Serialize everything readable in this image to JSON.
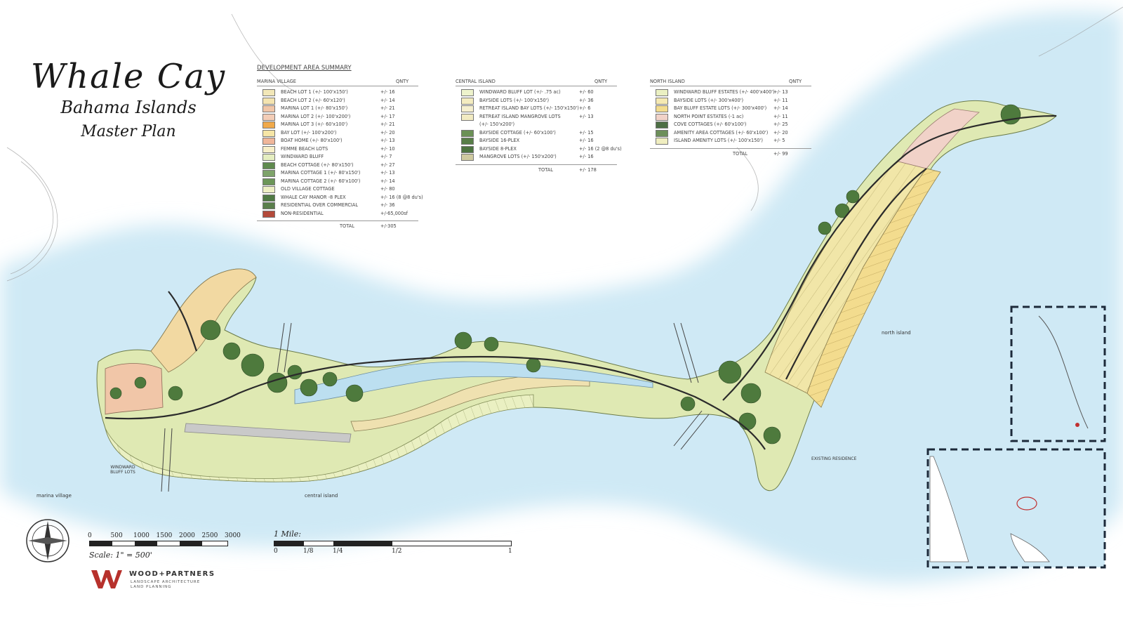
{
  "title": {
    "line1": "Whale Cay",
    "line2": "Bahama Islands",
    "line3": "Master Plan"
  },
  "legend": {
    "heading": "DEVELOPMENT AREA SUMMARY",
    "qty_label": "QNTY",
    "total_label": "TOTAL",
    "columns": [
      {
        "name": "MARINA VILLAGE",
        "total": "+/-305",
        "items": [
          {
            "label": "BEACH LOT 1 (+/- 100'x150')",
            "qty": "+/- 16",
            "color": "#f2e7b8"
          },
          {
            "label": "BEACH LOT 2 (+/- 60'x120')",
            "qty": "+/- 14",
            "color": "#f4e4b0"
          },
          {
            "label": "MARINA LOT 1 (+/- 80'x150')",
            "qty": "+/- 21",
            "color": "#f1c6a8"
          },
          {
            "label": "MARINA LOT 2 (+/- 100'x200')",
            "qty": "+/- 17",
            "color": "#f3cdb7"
          },
          {
            "label": "MARINA LOT 3 (+/- 60'x100')",
            "qty": "+/- 21",
            "color": "#f0a94a"
          },
          {
            "label": "BAY LOT (+/- 100'x200')",
            "qty": "+/- 20",
            "color": "#f6e6a6"
          },
          {
            "label": "BOAT HOME (+/- 80'x100')",
            "qty": "+/- 13",
            "color": "#f0b69a"
          },
          {
            "label": "FEMME BEACH LOTS",
            "qty": "+/- 10",
            "color": "#f7efc8"
          },
          {
            "label": "WINDWARD BLUFF",
            "qty": "+/- 7",
            "color": "#e5eec0"
          },
          {
            "label": "BEACH COTTAGE (+/- 80'x150')",
            "qty": "+/- 27",
            "color": "#5f8a4e"
          },
          {
            "label": "MARINA COTTAGE 1 (+/- 80'x150')",
            "qty": "+/- 13",
            "color": "#7ea36a"
          },
          {
            "label": "MARINA COTTAGE 2 (+/- 60'x100')",
            "qty": "+/- 14",
            "color": "#6c9658"
          },
          {
            "label": "OLD VILLAGE COTTAGE",
            "qty": "+/- 80",
            "color": "#eef0c4"
          },
          {
            "label": "WHALE CAY MANOR -8 PLEX",
            "qty": "+/- 16 (8 @8 du's)",
            "color": "#4f7a44"
          },
          {
            "label": "RESIDENTIAL OVER COMMERCIAL",
            "qty": "+/- 36",
            "color": "#5a7f4c"
          },
          {
            "label": "NON-RESIDENTIAL",
            "qty": "+/-65,000sf",
            "color": "#b34a3a"
          }
        ]
      },
      {
        "name": "CENTRAL ISLAND",
        "total": "+/- 178",
        "items": [
          {
            "label": "WINDWARD BLUFF LOT (+/- .75 ac)",
            "qty": "+/- 60",
            "color": "#eef3cc"
          },
          {
            "label": "BAYSIDE LOTS (+/- 100'x150')",
            "qty": "+/- 36",
            "color": "#f4ecc0"
          },
          {
            "label": "RETREAT ISLAND BAY LOTS (+/- 150'x150')",
            "qty": "+/- 6",
            "color": "#f6f0cf"
          },
          {
            "label": "RETREAT ISLAND MANGROVE LOTS",
            "qty": "+/- 13",
            "color": "#f2ebc2"
          },
          {
            "label": "(+/- 150'x200')",
            "qty": "",
            "color": ""
          },
          {
            "label": "BAYSIDE COTTAGE (+/- 60'x100')",
            "qty": "+/- 15",
            "color": "#6b9156"
          },
          {
            "label": "BAYSIDE 16-PLEX",
            "qty": "+/- 16",
            "color": "#587e48"
          },
          {
            "label": "BAYSIDE 8-PLEX",
            "qty": "+/- 16 (2 @8 du's)",
            "color": "#4d7440"
          },
          {
            "label": "MANGROVE LOTS (+/- 150'x200')",
            "qty": "+/- 16",
            "color": "#cfcaa0"
          }
        ]
      },
      {
        "name": "NORTH ISLAND",
        "total": "+/- 99",
        "items": [
          {
            "label": "WINDWARD BLUFF ESTATES (+/- 400'x400')",
            "qty": "+/- 13",
            "color": "#eaf0c2"
          },
          {
            "label": "BAYSIDE LOTS (+/- 300'x400')",
            "qty": "+/- 11",
            "color": "#f5e9b2"
          },
          {
            "label": "BAY BLUFF ESTATE LOTS (+/- 300'x400')",
            "qty": "+/- 14",
            "color": "#f3dc8e"
          },
          {
            "label": "NORTH POINT ESTATES (-1 ac)",
            "qty": "+/- 11",
            "color": "#f1d2c8"
          },
          {
            "label": "COVE COTTAGES (+/- 60'x100')",
            "qty": "+/- 25",
            "color": "#4d6f45"
          },
          {
            "label": "AMENITY AREA COTTAGES (+/- 60'x100')",
            "qty": "+/- 20",
            "color": "#6d8f5a"
          },
          {
            "label": "ISLAND AMENITY LOTS (+/- 100'x150')",
            "qty": "+/- 5",
            "color": "#f0eec0"
          }
        ]
      }
    ]
  },
  "map_labels": {
    "marina_village": "marina village",
    "central_island": "central island",
    "north_island": "north island",
    "windward_bluff_lots": "WINDWARD BLUFF LOTS",
    "existing_residence": "EXISTING RESIDENCE"
  },
  "scale": {
    "ticks": [
      "0",
      "500",
      "1000",
      "1500",
      "2000",
      "2500",
      "3000"
    ],
    "note": "Scale: 1\" = 500'",
    "mile_label": "1 Mile:",
    "mile_ticks": [
      "0",
      "1/8",
      "1/4",
      "1/2",
      "1"
    ]
  },
  "logo": {
    "name": "WOOD+PARTNERS",
    "line1": "LANDSCAPE ARCHITECTURE",
    "line2": "LAND PLANNING"
  },
  "colors": {
    "water": "#cfe9f5",
    "land_green": "#cfe0a3",
    "lots_yellow": "#f1e6a8",
    "vegetation": "#4e7a3d",
    "roads": "#2b2b2b",
    "inset_border": "#1d2a3a"
  }
}
